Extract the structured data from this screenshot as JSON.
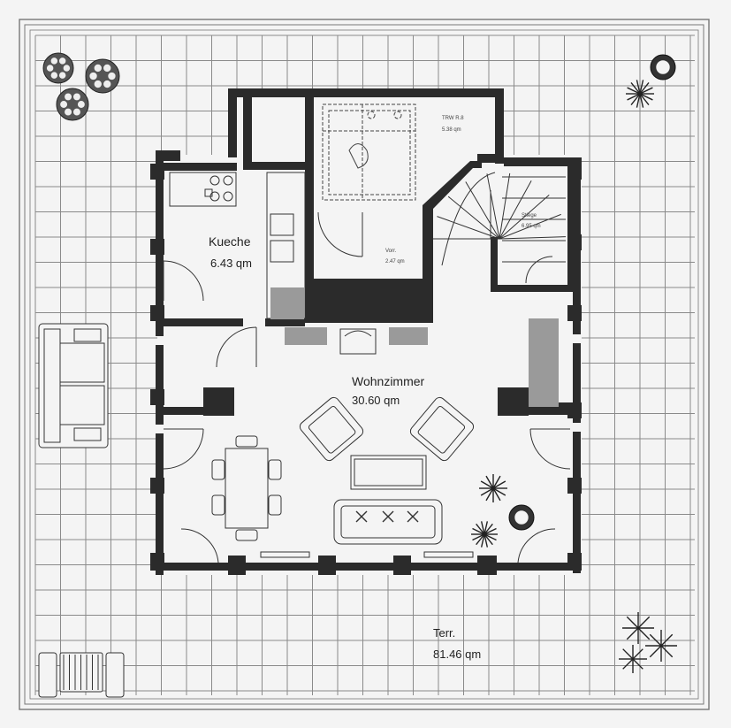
{
  "rooms": {
    "kueche": {
      "name": "Kueche",
      "area": "6.43 qm"
    },
    "wohnzimmer": {
      "name": "Wohnzimmer",
      "area": "30.60 qm"
    },
    "terrasse": {
      "name": "Terr.",
      "area": "81.46 qm"
    },
    "bad": {
      "name": "TRW R.8",
      "area": "5.38 qm"
    },
    "flur": {
      "name": "Vorr.",
      "area": "2.47 qm"
    },
    "stiege": {
      "name": "Stiege",
      "area": "6.95 qm"
    }
  },
  "colors": {
    "wall": "#2b2b2b",
    "grid": "#8a8a8a",
    "furniture": "#7a7a7a",
    "paper": "#f4f4f4"
  }
}
